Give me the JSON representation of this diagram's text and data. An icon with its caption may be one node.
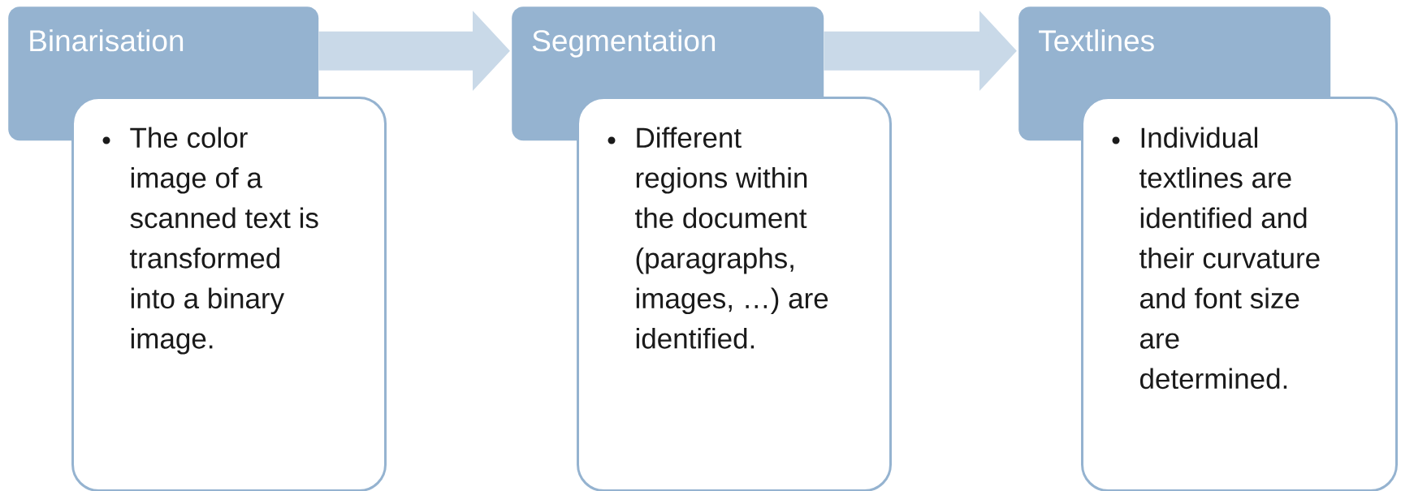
{
  "diagram": {
    "nodes": [
      {
        "text": [
          "Binarisation"
        ]
      },
      {
        "text": [
          "The color image of a scanned text is transformed into a binary image."
        ]
      },
      {
        "text": [
          "Segmentation"
        ]
      },
      {
        "text": [
          "Different regions within the document (paragraphs, images, …) are identified."
        ]
      },
      {
        "text": [
          "Textlines"
        ]
      },
      {
        "text": [
          "Individual textlines are identified and their curvature and font size are determined."
        ]
      }
    ],
    "edges": [
      {
        "from": 0,
        "to": 2,
        "arrow": "to"
      },
      {
        "from": 2,
        "to": 4,
        "arrow": "to"
      }
    ]
  }
}
